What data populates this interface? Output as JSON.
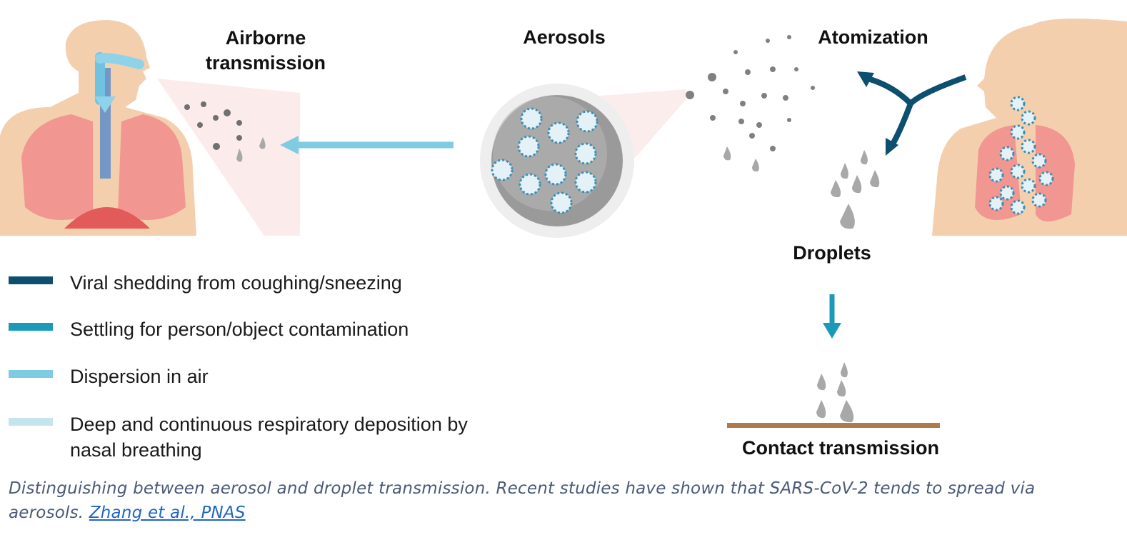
{
  "labels": {
    "airborne": "Airborne\ntransmission",
    "aerosols": "Aerosols",
    "atomization": "Atomization",
    "droplets": "Droplets",
    "contact": "Contact transmission"
  },
  "legend": [
    {
      "text": "Viral shedding from coughing/sneezing",
      "color": "#0d4f6e"
    },
    {
      "text": "Settling for person/object contamination",
      "color": "#1a9ab8"
    },
    {
      "text": "Dispersion in air",
      "color": "#7fcbe2"
    },
    {
      "text": "Deep and continuous respiratory deposition by\nnasal breathing",
      "color": "#c6e4f0"
    }
  ],
  "caption": {
    "text": "Distinguishing between aerosol and droplet transmission. Recent studies have shown that SARS-CoV-2 tends to spread via aerosols. ",
    "link": "Zhang et al., PNAS"
  },
  "colors": {
    "skin": "#f3cfae",
    "lung": "#f08c8c",
    "airway": "#6fc3e0",
    "virus": "#3a8fb5",
    "surface": "#b07a4a",
    "droplet": "#a8a8a8"
  }
}
